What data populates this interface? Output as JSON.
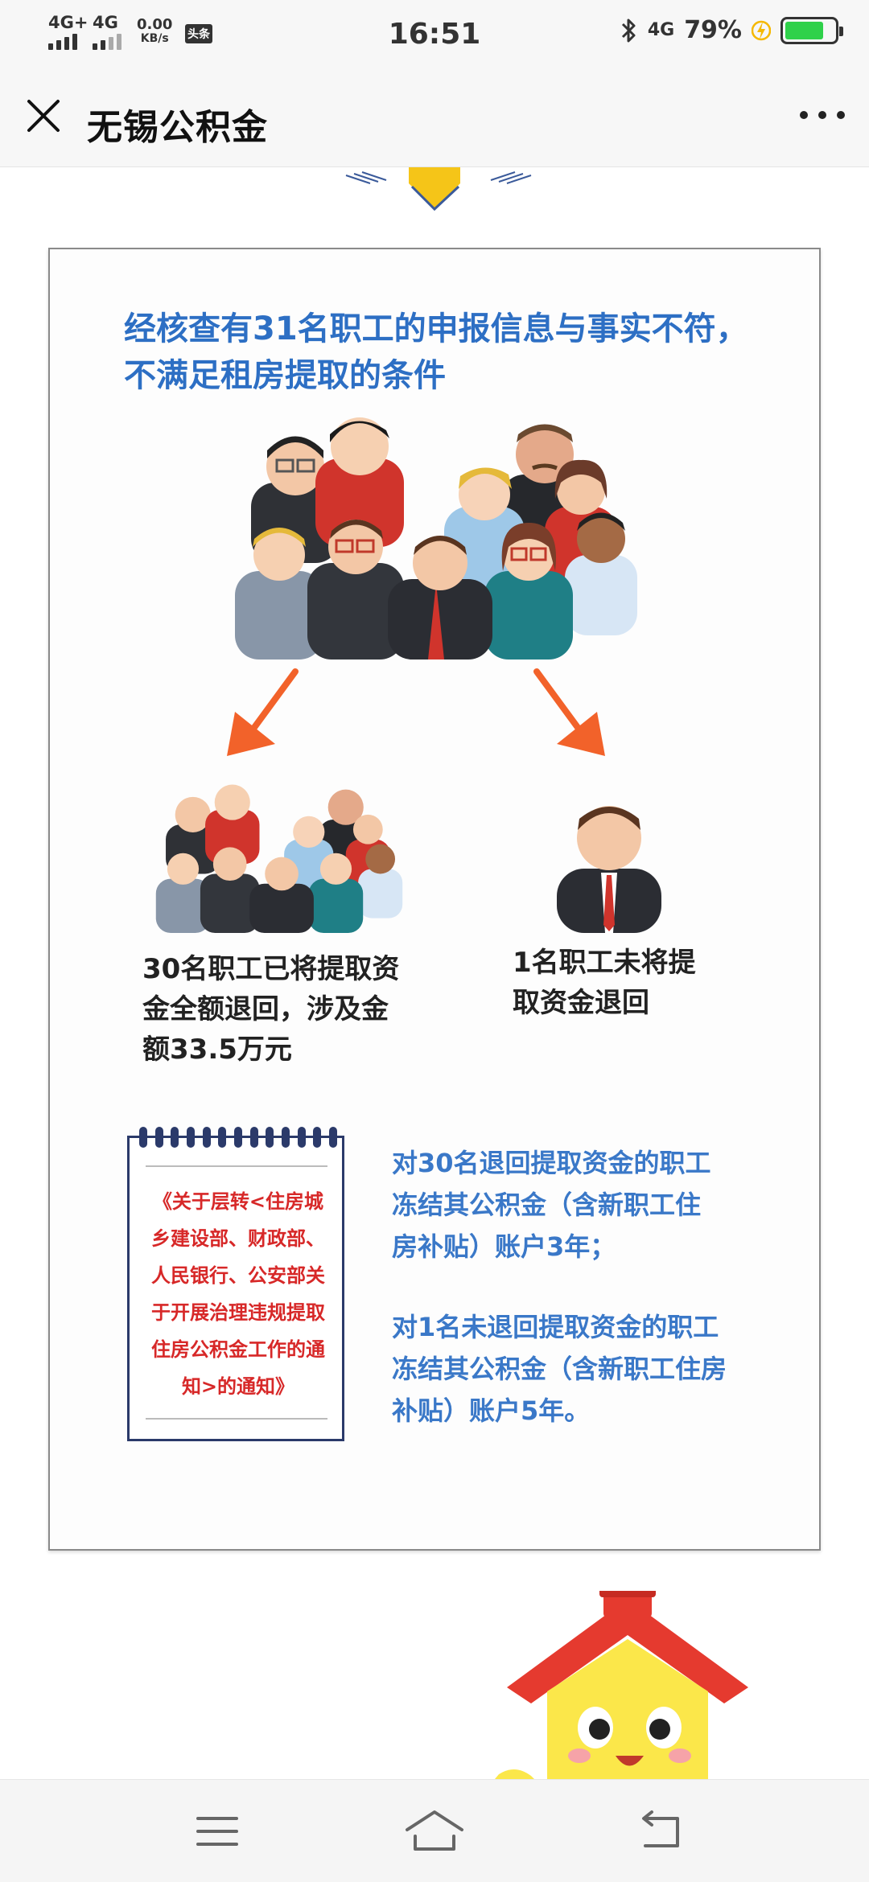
{
  "status_bar": {
    "network_1": "4G+",
    "network_2": "4G",
    "speed_value": "0.00",
    "speed_unit": "KB/s",
    "news_badge": "头条",
    "time": "16:51",
    "network_right": "4G",
    "battery_percent": "79%",
    "battery_level": 0.79,
    "battery_color": "#2fd14a"
  },
  "title_bar": {
    "title": "无锡公积金",
    "close_icon": "close-icon",
    "more_icon": "more-icon"
  },
  "article": {
    "headline_line1": "经核查有31名职工的申报信息与事实不符，",
    "headline_line2": "不满足租房提取的条件",
    "result_left_lines": [
      "30名职工已将提取资",
      "金全额退回，涉及金",
      "额33.5万元"
    ],
    "result_right_lines": [
      "1名职工未将提",
      "取资金退回"
    ],
    "notice_lines": [
      "《关于层转<住房城",
      "乡建设部、财政部、",
      "人民银行、公安部关",
      "于开展治理违规提取",
      "住房公积金工作的通",
      "知>的通知》"
    ],
    "penalty_1_lines": [
      "对30名退回提取资金的职工",
      "冻结其公积金（含新职工住",
      "房补贴）账户3年；"
    ],
    "penalty_2_lines": [
      "对1名未退回提取资金的职工",
      "冻结其公积金（含新职工住房",
      "补贴）账户5年。"
    ]
  },
  "colors": {
    "headline": "#2d6fc4",
    "penalty": "#3a78c8",
    "notice_text": "#d72828",
    "arrow": "#f2622a"
  },
  "nav_bar": {
    "menu_icon": "menu-icon",
    "home_icon": "home-icon",
    "back_icon": "back-icon"
  }
}
